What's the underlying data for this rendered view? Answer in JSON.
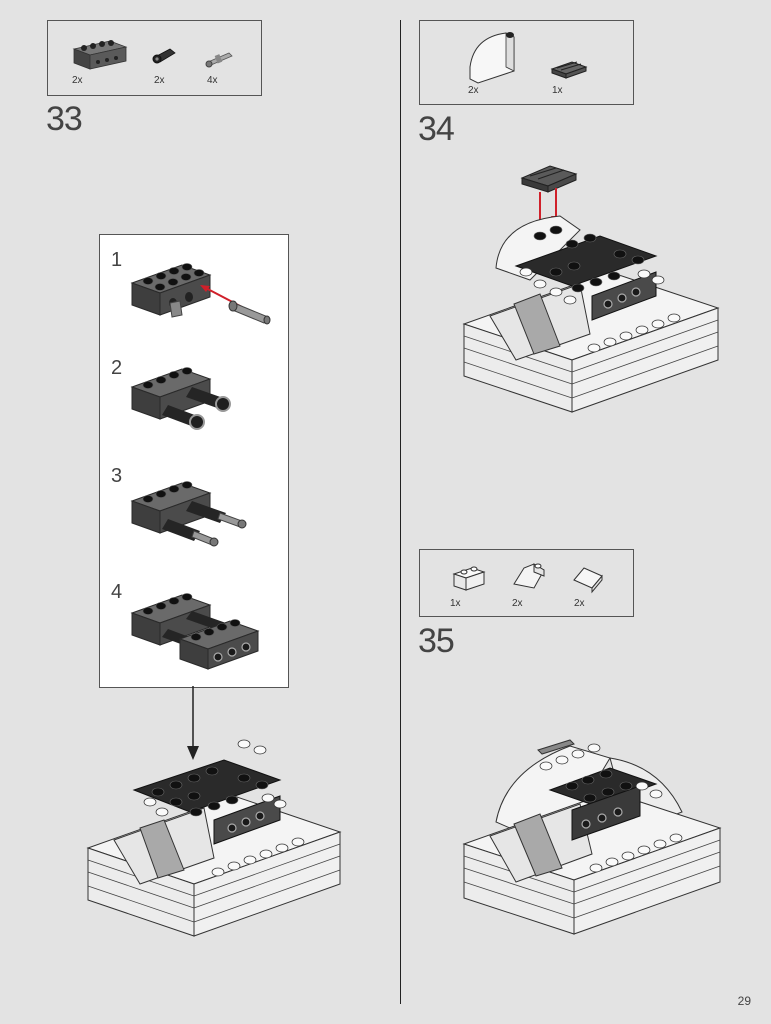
{
  "page": {
    "number": "29"
  },
  "colors": {
    "background": "#e3e3e3",
    "dark_brick": "#555555",
    "black_part": "#1f1f1f",
    "white_part": "#f6f6f6",
    "arrow": "#d0202a"
  },
  "steps": [
    {
      "number": "33",
      "parts": [
        {
          "icon": "dark-technic-brick-1x4-icon",
          "qty": "2x"
        },
        {
          "icon": "black-axle-connector-icon",
          "qty": "2x"
        },
        {
          "icon": "grey-technic-pin-icon",
          "qty": "4x"
        }
      ],
      "substeps": [
        "1",
        "2",
        "3",
        "4"
      ]
    },
    {
      "number": "34",
      "parts": [
        {
          "icon": "white-curved-slope-icon",
          "qty": "2x"
        },
        {
          "icon": "dark-grille-tile-icon",
          "qty": "1x"
        }
      ]
    },
    {
      "number": "35",
      "parts": [
        {
          "icon": "white-brick-1x2-icon",
          "qty": "1x"
        },
        {
          "icon": "white-slope-icon",
          "qty": "2x"
        },
        {
          "icon": "white-wedge-tile-icon",
          "qty": "2x"
        }
      ]
    }
  ]
}
